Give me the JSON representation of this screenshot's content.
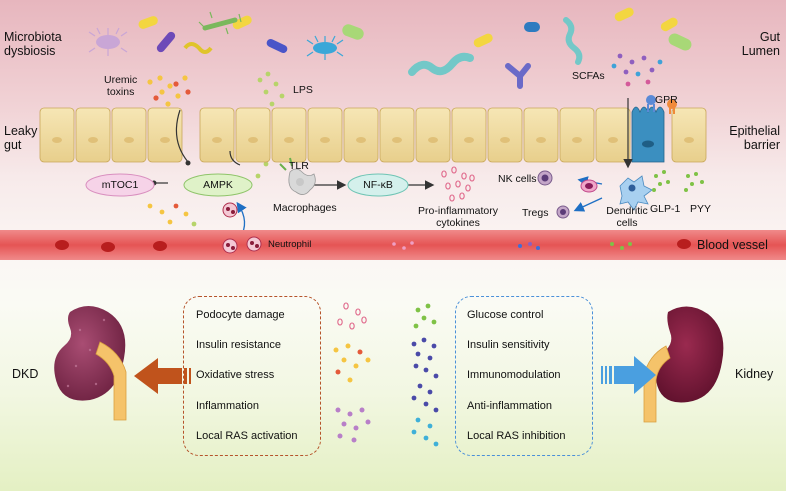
{
  "labels": {
    "microbiota_dysbiosis": [
      "Microbiota",
      "dysbiosis"
    ],
    "gut_lumen": [
      "Gut",
      "Lumen"
    ],
    "uremic_toxins": [
      "Uremic",
      "toxins"
    ],
    "lps": "LPS",
    "scfas": "SCFAs",
    "gpr": "GPR",
    "leaky_gut": [
      "Leaky",
      "gut"
    ],
    "epithelial_barrier": [
      "Epithelial",
      "barrier"
    ],
    "mtoc1": "mTOC1",
    "ampk": "AMPK",
    "tlr": "TLR",
    "macrophages": "Macrophages",
    "nfkb": "NF-κB",
    "pro_inflammatory": [
      "Pro-inflammatory",
      "cytokines"
    ],
    "nk_cells": "NK cells",
    "tregs": "Tregs",
    "dendritic_cells": [
      "Dendritic",
      "cells"
    ],
    "glp1": "GLP-1",
    "pyy": "PYY",
    "neutrophil": "Neutrophil",
    "blood_vessel": "Blood vessel",
    "dkd": "DKD",
    "kidney": "Kidney"
  },
  "left_list": {
    "border_color": "#b5532a",
    "items": [
      "Podocyte damage",
      "Insulin resistance",
      "Oxidative stress",
      "Inflammation",
      "Local RAS activation"
    ]
  },
  "right_list": {
    "border_color": "#4a90d9",
    "items": [
      "Glucose control",
      "Insulin sensitivity",
      "Immunomodulation",
      "Anti-inflammation",
      "Local RAS inhibition"
    ]
  },
  "colors": {
    "lumen_top": "#e7b6be",
    "epithelium": "#f2dfa6",
    "blood_vessel": "#e86060",
    "mtoc1_fill": "#f6d3e8",
    "ampk_fill": "#dff2c8",
    "nfkb_fill": "#d4f0ec",
    "left_arrow": "#c0531c",
    "right_arrow": "#4a9fe0",
    "kidney_left": "#8f3a5c",
    "kidney_right": "#7a1a3c"
  }
}
